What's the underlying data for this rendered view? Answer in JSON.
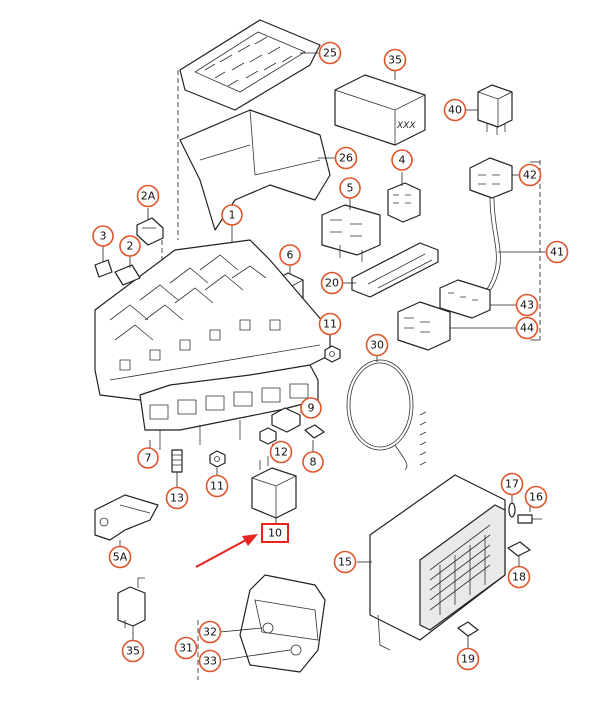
{
  "callouts": [
    {
      "id": "25",
      "label": "25"
    },
    {
      "id": "35top",
      "label": "35"
    },
    {
      "id": "40",
      "label": "40"
    },
    {
      "id": "26",
      "label": "26"
    },
    {
      "id": "4",
      "label": "4"
    },
    {
      "id": "42",
      "label": "42"
    },
    {
      "id": "2A",
      "label": "2A"
    },
    {
      "id": "1",
      "label": "1"
    },
    {
      "id": "5",
      "label": "5"
    },
    {
      "id": "3",
      "label": "3"
    },
    {
      "id": "2",
      "label": "2"
    },
    {
      "id": "6",
      "label": "6"
    },
    {
      "id": "20",
      "label": "20"
    },
    {
      "id": "41",
      "label": "41"
    },
    {
      "id": "43",
      "label": "43"
    },
    {
      "id": "44",
      "label": "44"
    },
    {
      "id": "11a",
      "label": "11"
    },
    {
      "id": "30",
      "label": "30"
    },
    {
      "id": "9",
      "label": "9"
    },
    {
      "id": "7",
      "label": "7"
    },
    {
      "id": "12",
      "label": "12"
    },
    {
      "id": "8",
      "label": "8"
    },
    {
      "id": "13",
      "label": "13"
    },
    {
      "id": "11b",
      "label": "11"
    },
    {
      "id": "17",
      "label": "17"
    },
    {
      "id": "16",
      "label": "16"
    },
    {
      "id": "5A",
      "label": "5A"
    },
    {
      "id": "15",
      "label": "15"
    },
    {
      "id": "18",
      "label": "18"
    },
    {
      "id": "32",
      "label": "32"
    },
    {
      "id": "31",
      "label": "31"
    },
    {
      "id": "33",
      "label": "33"
    },
    {
      "id": "35bot",
      "label": "35"
    },
    {
      "id": "19",
      "label": "19"
    }
  ],
  "highlight": {
    "label": "10"
  },
  "part_marking": "XXX",
  "colors": {
    "callout_ring": "#e0542a",
    "highlight": "#e8231d",
    "arrow": "#e8231d",
    "line": "#222222"
  }
}
